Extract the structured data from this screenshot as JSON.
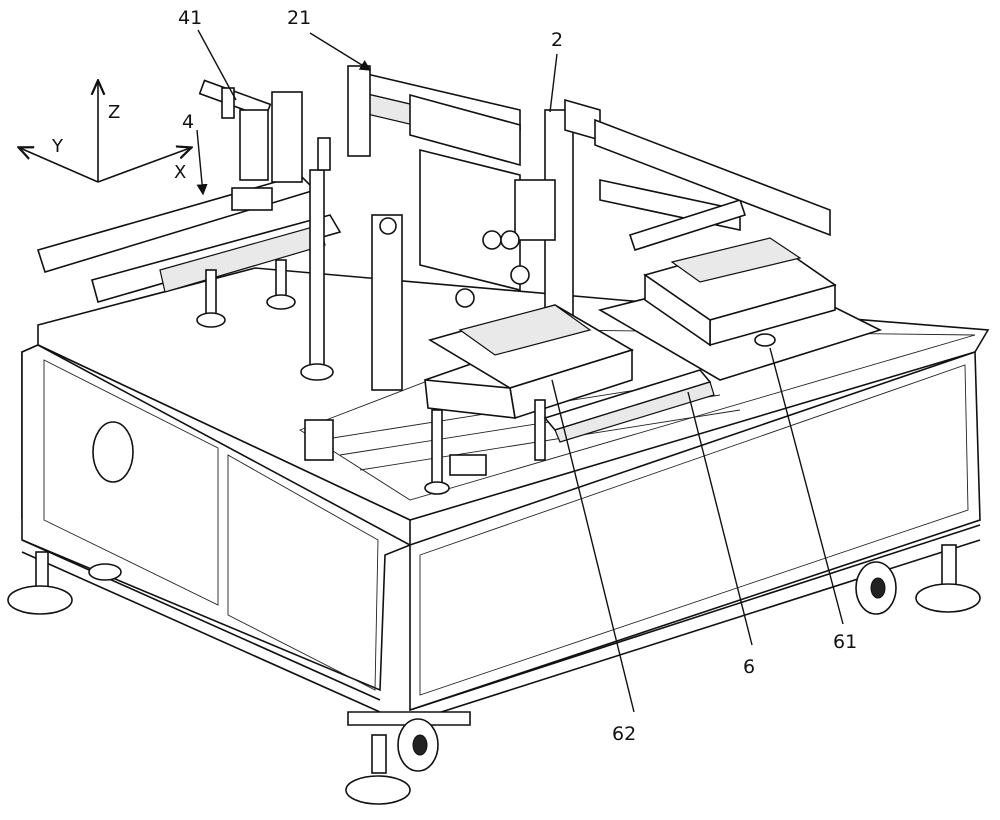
{
  "figure": {
    "axes": {
      "x_label": "X",
      "y_label": "Y",
      "z_label": "Z"
    },
    "reference_labels": [
      {
        "id": "label-41",
        "text": "41"
      },
      {
        "id": "label-21",
        "text": "21"
      },
      {
        "id": "label-2",
        "text": "2"
      },
      {
        "id": "label-4",
        "text": "4"
      },
      {
        "id": "label-62",
        "text": "62"
      },
      {
        "id": "label-6",
        "text": "6"
      },
      {
        "id": "label-61",
        "text": "61"
      }
    ]
  }
}
